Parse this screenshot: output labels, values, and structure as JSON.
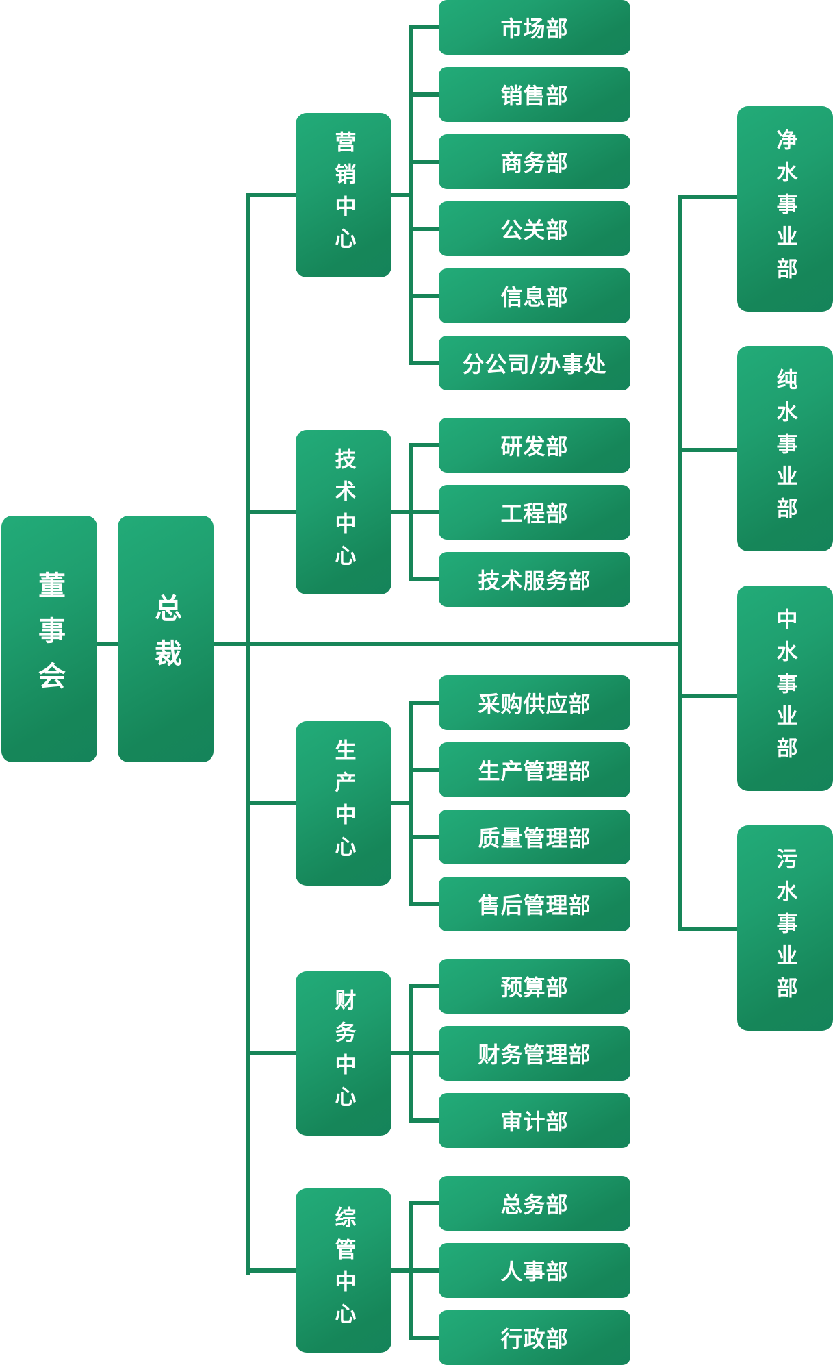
{
  "chart_title": "组织架构图",
  "board": {
    "label": "董事会"
  },
  "president": {
    "label": "总裁"
  },
  "centers": [
    {
      "label": "营销中心",
      "departments": [
        "市场部",
        "销售部",
        "商务部",
        "公关部",
        "信息部",
        "分公司/办事处"
      ]
    },
    {
      "label": "技术中心",
      "departments": [
        "研发部",
        "工程部",
        "技术服务部"
      ]
    },
    {
      "label": "生产中心",
      "departments": [
        "采购供应部",
        "生产管理部",
        "质量管理部",
        "售后管理部"
      ]
    },
    {
      "label": "财务中心",
      "departments": [
        "预算部",
        "财务管理部",
        "审计部"
      ]
    },
    {
      "label": "综管中心",
      "departments": [
        "总务部",
        "人事部",
        "行政部"
      ]
    }
  ],
  "business_units": [
    {
      "label": "净水事业部"
    },
    {
      "label": "纯水事业部"
    },
    {
      "label": "中水事业部"
    },
    {
      "label": "污水事业部"
    }
  ],
  "colors": {
    "box_gradient_start": "#22ab78",
    "box_gradient_end": "#15845a",
    "connector": "#178558",
    "text": "#ffffff"
  }
}
